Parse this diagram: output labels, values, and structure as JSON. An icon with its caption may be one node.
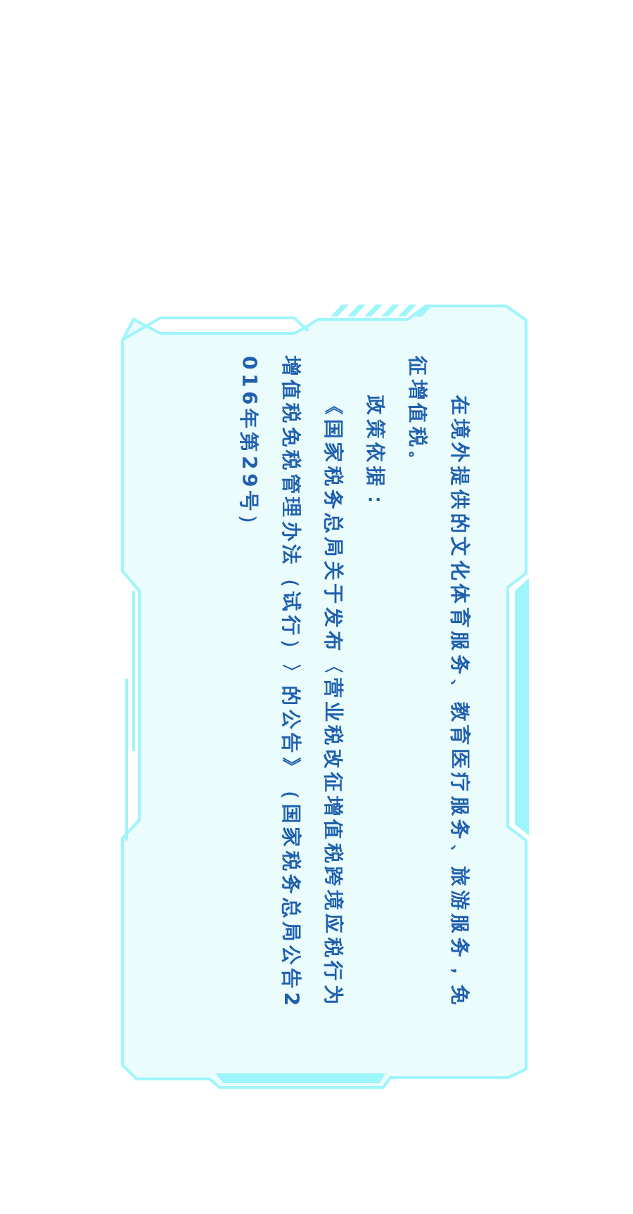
{
  "diagram": {
    "nodes": [
      {
        "text": [
          "在境外提供的文化体育服务、教育医疗服务、旅游服务，免征增值税。",
          "政策依据：",
          "《国家税务总局关于发布〈营业税改征增值税跨境应税行为增值税免税管理办法（试行）〉的公告》（国家税务总局公告2016年第29号）"
        ]
      }
    ]
  }
}
